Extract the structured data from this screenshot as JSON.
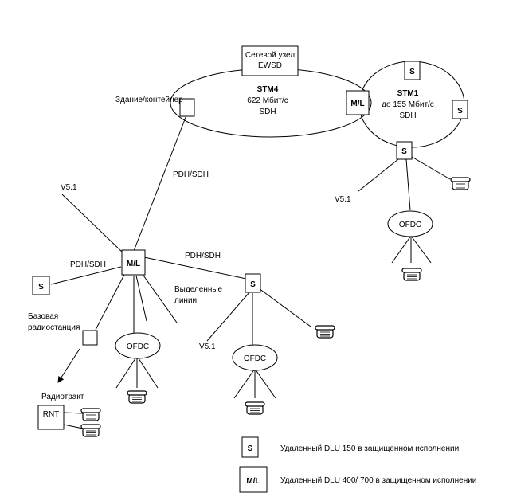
{
  "nodes": {
    "ewsd_line1": "Сетевой узел",
    "ewsd_line2": "EWSD",
    "building": "Здание/контейнер",
    "ml_top": "M/L",
    "ml_center": "M/L",
    "s_top": "S",
    "s_right": "S",
    "s_ring_bottom": "S",
    "s_left": "S",
    "s_mid": "S",
    "ofdc_right": "OFDC",
    "ofdc_center": "OFDC",
    "ofdc_mid": "OFDC",
    "rnt": "RNT"
  },
  "rings": {
    "stm4_title": "STM4",
    "stm4_rate": "622 Мбит/с",
    "stm4_type": "SDH",
    "stm1_title": "STM1",
    "stm1_rate": "до 155 Мбит/с",
    "stm1_type": "SDH"
  },
  "links": {
    "pdh_sdh_vertical": "PDH/SDH",
    "pdh_sdh_left": "PDH/SDH",
    "pdh_sdh_right": "PDH/SDH",
    "v51_left": "V5.1",
    "v51_right": "V5.1",
    "v51_mid": "V5.1",
    "leased_line1": "Выделенные",
    "leased_line2": "линии",
    "base_station_line1": "Базовая",
    "base_station_line2": "радиостанция",
    "radio_path": "Радиотракт"
  },
  "legend": {
    "s_symbol": "S",
    "s_text": "Удаленный DLU 150 в защищенном исполнении",
    "ml_symbol": "M/L",
    "ml_text": "Удаленный DLU 400/ 700 в защищенном исполнении"
  }
}
